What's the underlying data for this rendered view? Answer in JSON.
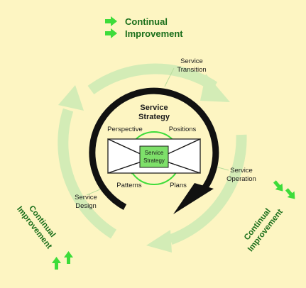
{
  "legend": {
    "line1": "Continual",
    "line2": "Improvement"
  },
  "stages": {
    "strategy_title_1": "Service",
    "strategy_title_2": "Strategy",
    "transition_1": "Service",
    "transition_2": "Transition",
    "operation_1": "Service",
    "operation_2": "Operation",
    "design_1": "Service",
    "design_2": "Design"
  },
  "strategy_core": {
    "perspective": "Perspective",
    "positions": "Positions",
    "patterns": "Patterns",
    "plans": "Plans",
    "center_1": "Service",
    "center_2": "Strategy"
  },
  "side_labels": {
    "left_1": "Continual",
    "left_2": "Improvement",
    "right_1": "Continual",
    "right_2": "Improvement"
  },
  "colors": {
    "background": "#fdf5c2",
    "green_arrow": "#3ddc3a",
    "pale_ring": "#d3ecb6",
    "center_box": "#7ee06a",
    "dark_text": "#1c1c1c",
    "black_arc": "#111111"
  }
}
